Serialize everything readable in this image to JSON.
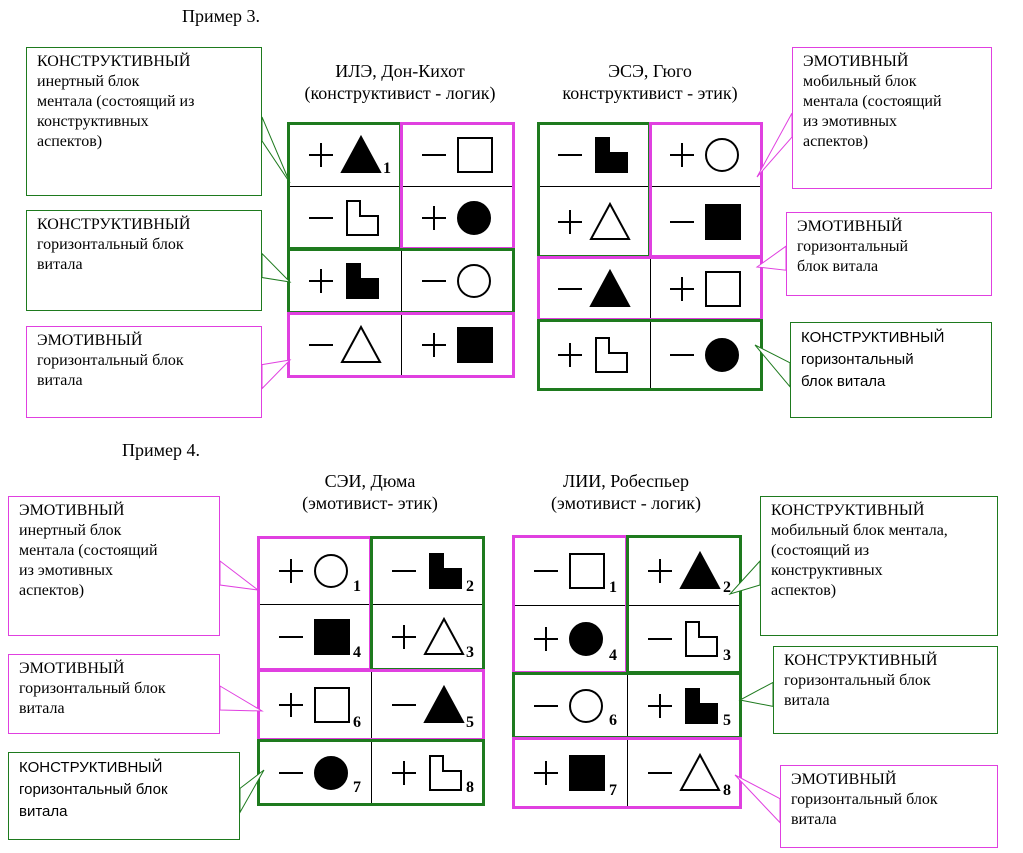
{
  "colors": {
    "green": "#1e7a1e",
    "pink": "#e040e0",
    "grid": "#000000"
  },
  "examples": [
    {
      "heading": "Пример 3.",
      "types": [
        {
          "title1": "ИЛЭ, Дон-Кихот",
          "title2": "(конструктивист - логик)",
          "cells": [
            {
              "sign": "+",
              "shape": "triangle",
              "fill": "filled",
              "index": "1"
            },
            {
              "sign": "−",
              "shape": "square",
              "fill": "empty",
              "index": ""
            },
            {
              "sign": "−",
              "shape": "lshape",
              "fill": "empty",
              "index": ""
            },
            {
              "sign": "+",
              "shape": "circle",
              "fill": "filled",
              "index": ""
            },
            {
              "sign": "+",
              "shape": "lshape",
              "fill": "filled",
              "index": ""
            },
            {
              "sign": "−",
              "shape": "circle",
              "fill": "empty",
              "index": ""
            },
            {
              "sign": "−",
              "shape": "triangle",
              "fill": "empty",
              "index": ""
            },
            {
              "sign": "+",
              "shape": "square",
              "fill": "filled",
              "index": ""
            }
          ]
        },
        {
          "title1": "ЭСЭ, Гюго",
          "title2": "конструктивист - этик)",
          "cells": [
            {
              "sign": "−",
              "shape": "lshape",
              "fill": "filled",
              "index": ""
            },
            {
              "sign": "+",
              "shape": "circle",
              "fill": "empty",
              "index": ""
            },
            {
              "sign": "+",
              "shape": "triangle",
              "fill": "empty",
              "index": ""
            },
            {
              "sign": "−",
              "shape": "square",
              "fill": "filled",
              "index": ""
            },
            {
              "sign": "−",
              "shape": "triangle",
              "fill": "filled",
              "index": ""
            },
            {
              "sign": "+",
              "shape": "square",
              "fill": "empty",
              "index": ""
            },
            {
              "sign": "+",
              "shape": "lshape",
              "fill": "empty",
              "index": ""
            },
            {
              "sign": "−",
              "shape": "circle",
              "fill": "filled",
              "index": ""
            }
          ]
        }
      ],
      "callouts": [
        {
          "text": "КОНСТРУКТИВНЫЙ\nинертный блок\nментала (состоящий из\nконструктивных\nаспектов)",
          "color": "green",
          "sans": false
        },
        {
          "text": "КОНСТРУКТИВНЫЙ\nгоризонтальный блок\nвитала",
          "color": "green",
          "sans": false
        },
        {
          "text": "ЭМОТИВНЫЙ\nгоризонтальный блок\nвитала",
          "color": "pink",
          "sans": false
        },
        {
          "text": "ЭМОТИВНЫЙ\nмобильный блок\nментала (состоящий\nиз эмотивных\nаспектов)",
          "color": "pink",
          "sans": false
        },
        {
          "text": "ЭМОТИВНЫЙ\nгоризонтальный\nблок витала",
          "color": "pink",
          "sans": false
        },
        {
          "text": "КОНСТРУКТИВНЫЙ\nгоризонтальный\nблок витала",
          "color": "green",
          "sans": true
        }
      ]
    },
    {
      "heading": "Пример 4.",
      "types": [
        {
          "title1": "СЭИ, Дюма",
          "title2": "(эмотивист- этик)",
          "cells": [
            {
              "sign": "+",
              "shape": "circle",
              "fill": "empty",
              "index": "1"
            },
            {
              "sign": "−",
              "shape": "lshape",
              "fill": "filled",
              "index": "2"
            },
            {
              "sign": "−",
              "shape": "square",
              "fill": "filled",
              "index": "4"
            },
            {
              "sign": "+",
              "shape": "triangle",
              "fill": "empty",
              "index": "3"
            },
            {
              "sign": "+",
              "shape": "square",
              "fill": "empty",
              "index": "6"
            },
            {
              "sign": "−",
              "shape": "triangle",
              "fill": "filled",
              "index": "5"
            },
            {
              "sign": "−",
              "shape": "circle",
              "fill": "filled",
              "index": "7"
            },
            {
              "sign": "+",
              "shape": "lshape",
              "fill": "empty",
              "index": "8"
            }
          ]
        },
        {
          "title1": "ЛИИ, Робеспьер",
          "title2": "(эмотивист - логик)",
          "cells": [
            {
              "sign": "−",
              "shape": "square",
              "fill": "empty",
              "index": "1"
            },
            {
              "sign": "+",
              "shape": "triangle",
              "fill": "filled",
              "index": "2"
            },
            {
              "sign": "+",
              "shape": "circle",
              "fill": "filled",
              "index": "4"
            },
            {
              "sign": "−",
              "shape": "lshape",
              "fill": "empty",
              "index": "3"
            },
            {
              "sign": "−",
              "shape": "circle",
              "fill": "empty",
              "index": "6"
            },
            {
              "sign": "+",
              "shape": "lshape",
              "fill": "filled",
              "index": "5"
            },
            {
              "sign": "+",
              "shape": "square",
              "fill": "filled",
              "index": "7"
            },
            {
              "sign": "−",
              "shape": "triangle",
              "fill": "empty",
              "index": "8"
            }
          ]
        }
      ],
      "callouts": [
        {
          "text": "ЭМОТИВНЫЙ\nинертный блок\nментала (состоящий\nиз эмотивных\nаспектов)",
          "color": "pink",
          "sans": false
        },
        {
          "text": "ЭМОТИВНЫЙ\nгоризонтальный блок\nвитала",
          "color": "pink",
          "sans": false
        },
        {
          "text": "КОНСТРУКТИВНЫЙ\nгоризонтальный блок\nвитала",
          "color": "green",
          "sans": true
        },
        {
          "text": "КОНСТРУКТИВНЫЙ\nмобильный блок ментала,\n(состоящий из\nконструктивных\nаспектов)",
          "color": "green",
          "sans": false
        },
        {
          "text": "КОНСТРУКТИВНЫЙ\nгоризонтальный блок\nвитала",
          "color": "green",
          "sans": false
        },
        {
          "text": "ЭМОТИВНЫЙ\nгоризонтальный блок\nвитала",
          "color": "pink",
          "sans": false
        }
      ]
    }
  ]
}
